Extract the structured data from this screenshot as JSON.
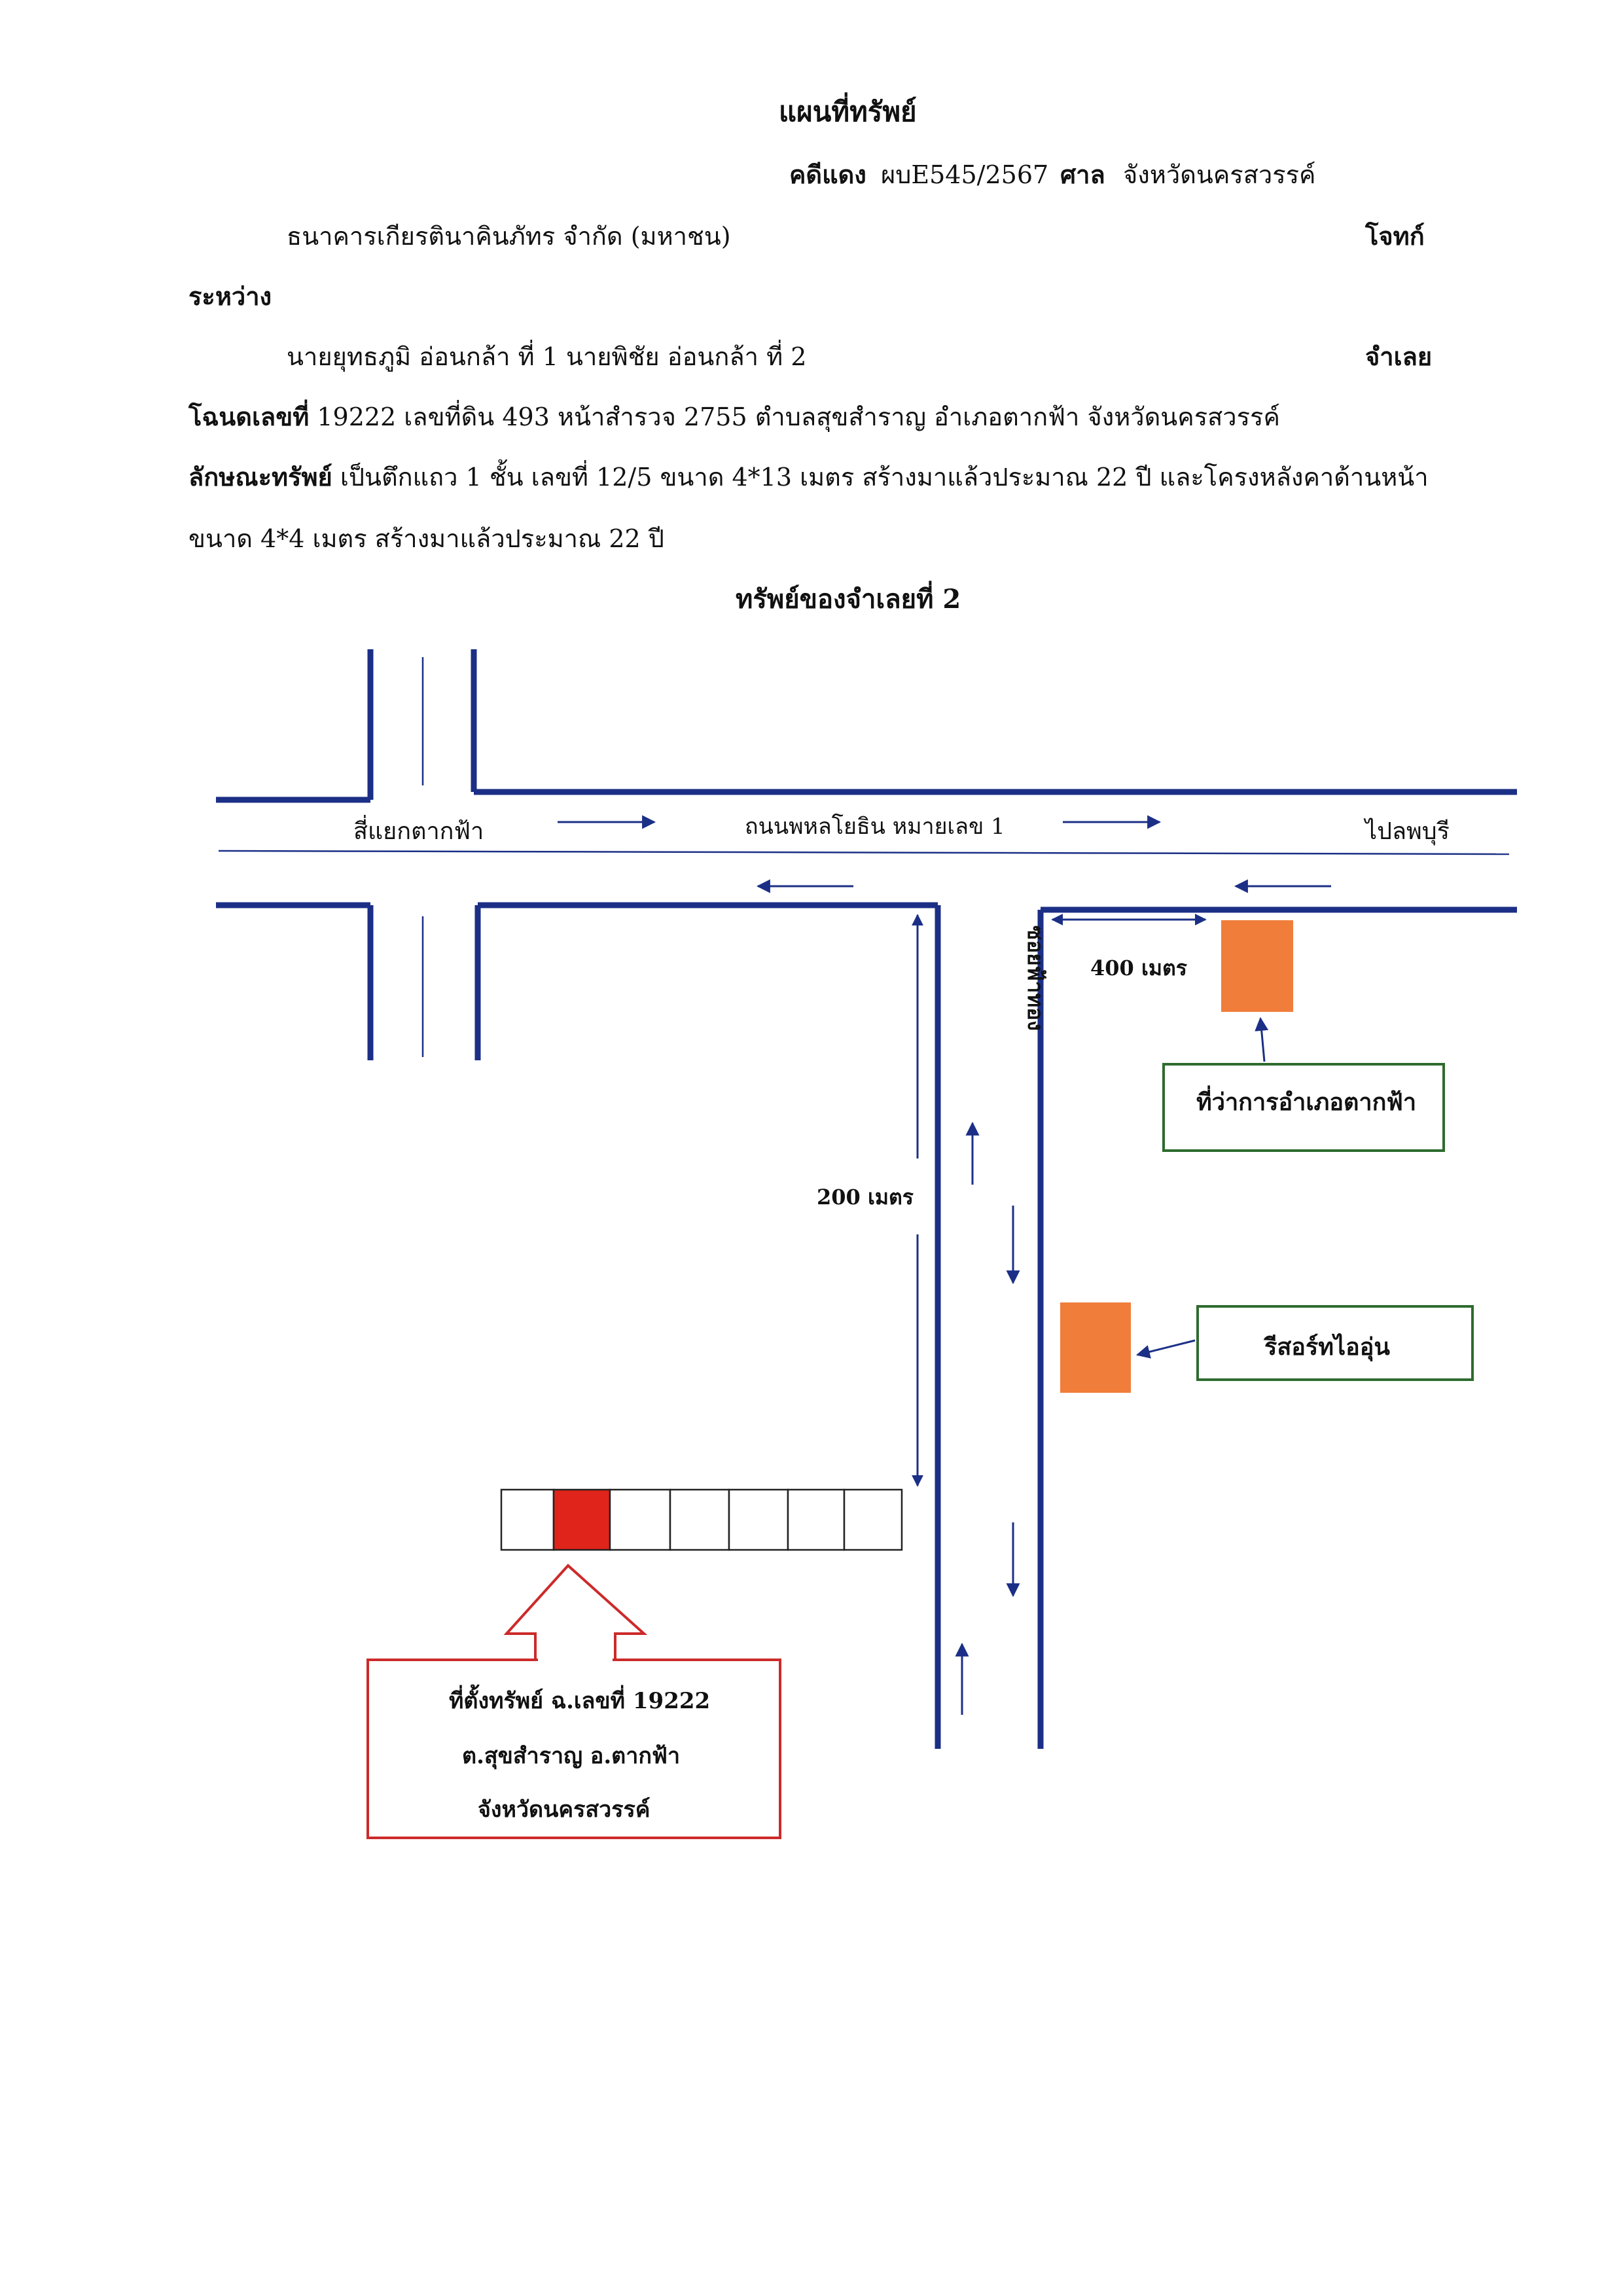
{
  "header": {
    "title": "แผนที่ทรัพย์",
    "case_label": "คดีแดง",
    "case_no": "ผบE545/2567",
    "court_label": "ศาล",
    "court_name": "จังหวัดนครสวรรค์",
    "plaintiff": "ธนาคารเกียรตินาคินภัทร จำกัด (มหาชน)",
    "plaintiff_role": "โจทก์",
    "between": "ระหว่าง",
    "defendants": "นายยุทธภูมิ อ่อนกล้า ที่ 1 นายพิชัย อ่อนกล้า ที่ 2",
    "defendant_role": "จำเลย",
    "deed_label": "โฉนดเลขที่",
    "deed_text": "19222 เลขที่ดิน 493 หน้าสำรวจ 2755 ตำบลสุขสำราญ อำเภอตากฟ้า จังหวัดนครสวรรค์",
    "property_label": "ลักษณะทรัพย์",
    "property_text_1": "เป็นตึกแถว 1 ชั้น  เลขที่ 12/5 ขนาด 4*13 เมตร สร้างมาแล้วประมาณ 22 ปี และโครงหลังคาด้านหน้า",
    "property_text_2": "ขนาด 4*4 เมตร สร้างมาแล้วประมาณ 22 ปี",
    "owner_heading": "ทรัพย์ของจำเลยที่ 2"
  },
  "map": {
    "intersection": "สี่แยกตากฟ้า",
    "highway": "ถนนพหลโยธิน หมายเลข 1",
    "to_city": "ไปลพบุรี",
    "soi": "ซอยฟ้าทอง",
    "distance_400": "400 เมตร",
    "distance_200": "200 เมตร",
    "district_office": "ที่ว่าการอำเภอตากฟ้า",
    "resort": "รีสอร์ทไออุ่น",
    "location_line_1": "ที่ตั้งทรัพย์ ฉ.เลขที่ 19222",
    "location_line_2": "ต.สุขสำราญ อ.ตากฟ้า",
    "location_line_3": "จังหวัดนครสวรรค์",
    "colors": {
      "road": "#1b2f86",
      "landmark": "#f07d3a",
      "property": "#e0241b",
      "green_box": "#2e6b2e",
      "red_box": "#cc2a2a"
    }
  }
}
